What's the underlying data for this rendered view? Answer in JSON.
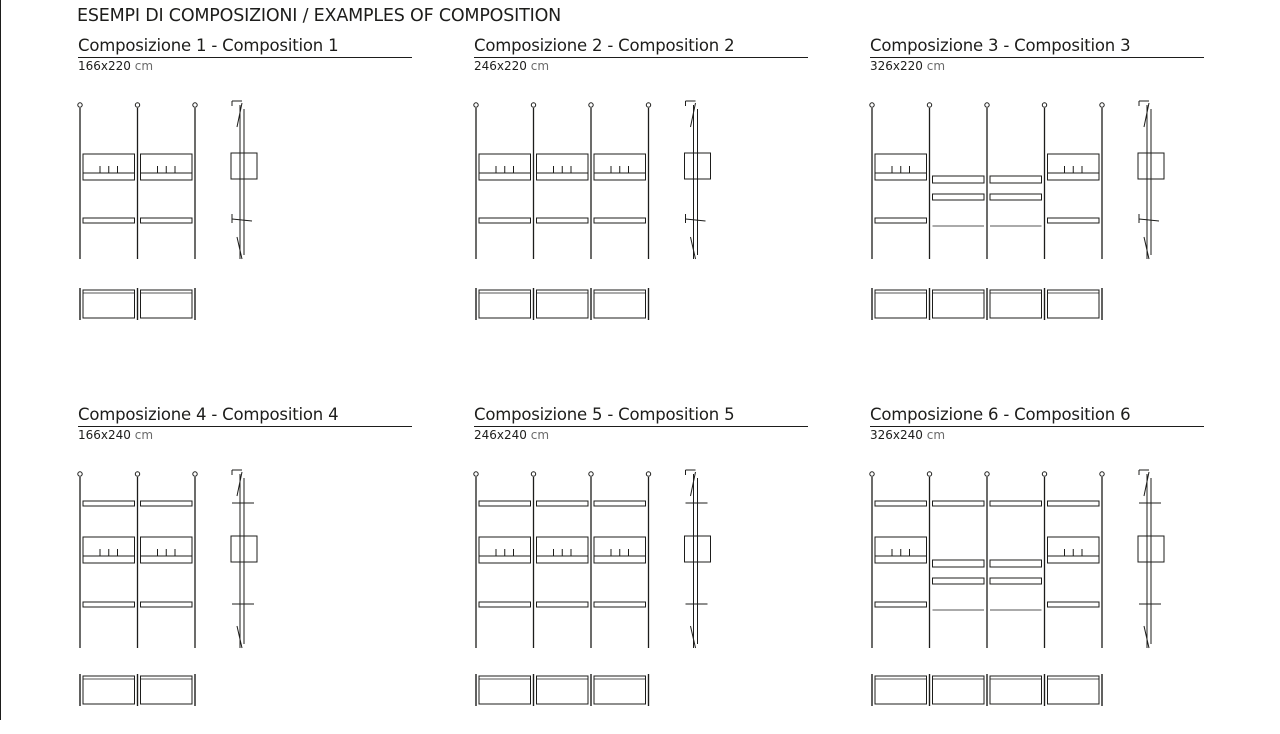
{
  "page": {
    "title": "ESEMPI DI COMPOSIZIONI / EXAMPLES OF COMPOSITION"
  },
  "compositions": [
    {
      "title": "Composizione 1 - Composition 1",
      "dims": "166x220",
      "unit": "cm",
      "modules": 2,
      "tall": false,
      "front": {
        "cabinet": [
          1,
          1
        ],
        "shelf": [
          1,
          1
        ]
      }
    },
    {
      "title": "Composizione 2 - Composition 2",
      "dims": "246x220",
      "unit": "cm",
      "modules": 3,
      "tall": false,
      "front": {
        "cabinet": [
          1,
          1,
          1
        ],
        "shelf": [
          1,
          1,
          1
        ]
      }
    },
    {
      "title": "Composizione 3 - Composition 3",
      "dims": "326x220",
      "unit": "cm",
      "modules": 4,
      "tall": false,
      "front": {
        "cabinet": [
          1,
          0,
          0,
          1
        ],
        "drawer": [
          0,
          1,
          1,
          0
        ],
        "shelf": [
          1,
          0,
          0,
          1
        ]
      }
    },
    {
      "title": "Composizione 4 - Composition 4",
      "dims": "166x240",
      "unit": "cm",
      "modules": 2,
      "tall": true,
      "front": {
        "topshelf": [
          1,
          1
        ],
        "cabinet": [
          1,
          1
        ],
        "shelf": [
          1,
          1
        ]
      }
    },
    {
      "title": "Composizione 5 - Composition 5",
      "dims": "246x240",
      "unit": "cm",
      "modules": 3,
      "tall": true,
      "front": {
        "topshelf": [
          1,
          1,
          1
        ],
        "cabinet": [
          1,
          1,
          1
        ],
        "shelf": [
          1,
          1,
          1
        ]
      }
    },
    {
      "title": "Composizione 6 - Composition 6",
      "dims": "326x240",
      "unit": "cm",
      "modules": 4,
      "tall": true,
      "front": {
        "topshelf": [
          1,
          1,
          1,
          1
        ],
        "cabinet": [
          1,
          0,
          0,
          1
        ],
        "drawer": [
          0,
          1,
          1,
          0
        ],
        "shelf": [
          1,
          0,
          0,
          1
        ]
      }
    }
  ]
}
